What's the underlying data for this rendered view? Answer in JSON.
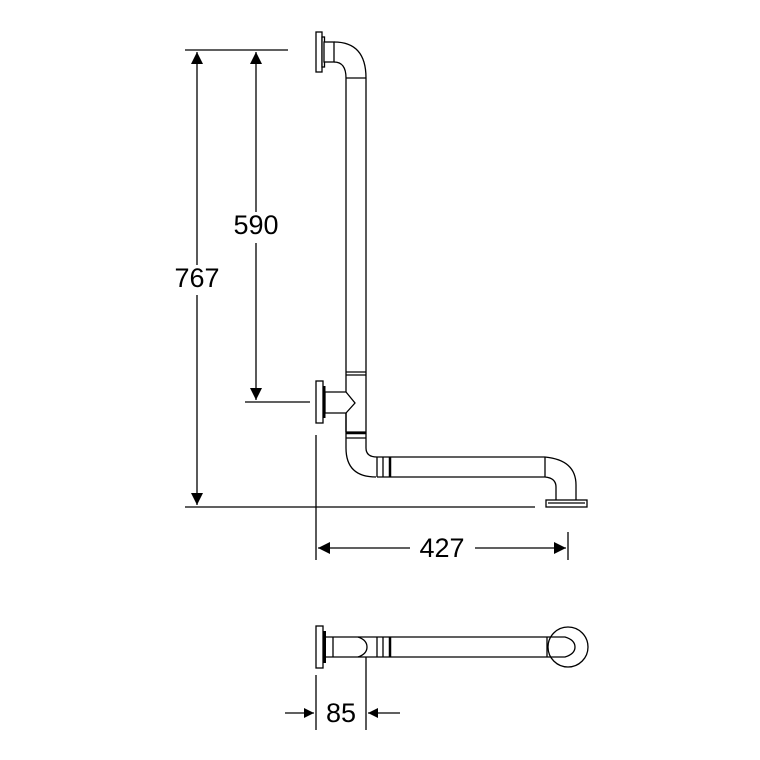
{
  "dimensions": {
    "total_height": "767",
    "upper_height": "590",
    "horizontal_length": "427",
    "wall_offset": "85"
  }
}
